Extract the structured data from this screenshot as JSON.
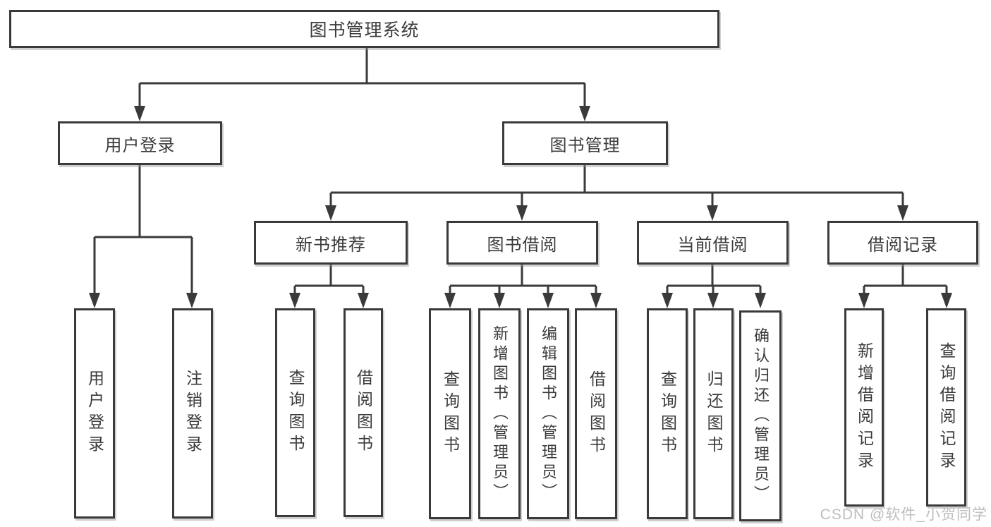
{
  "root": {
    "label": "图书管理系统"
  },
  "branches": [
    {
      "label": "用户登录",
      "children": [
        {
          "label": "用户登录"
        },
        {
          "label": "注销登录"
        }
      ]
    },
    {
      "label": "图书管理",
      "children": [
        {
          "label": "新书推荐",
          "children": [
            {
              "label": "查询图书"
            },
            {
              "label": "借阅图书"
            }
          ]
        },
        {
          "label": "图书借阅",
          "children": [
            {
              "label": "查询图书"
            },
            {
              "label": "新增图书（管理员）"
            },
            {
              "label": "编辑图书（管理员）"
            },
            {
              "label": "借阅图书"
            }
          ]
        },
        {
          "label": "当前借阅",
          "children": [
            {
              "label": "查询图书"
            },
            {
              "label": "归还图书"
            },
            {
              "label": "确认归还（管理员）"
            }
          ]
        },
        {
          "label": "借阅记录",
          "children": [
            {
              "label": "新增借阅记录"
            },
            {
              "label": "查询借阅记录"
            }
          ]
        }
      ]
    }
  ],
  "watermark": "CSDN @软件_小贺同学",
  "colors": {
    "line": "#3a3a3a",
    "box_border": "#3a3a3a",
    "box_fill": "#ffffff",
    "text": "#3b3b3b",
    "watermark": "#b9b9b9"
  }
}
